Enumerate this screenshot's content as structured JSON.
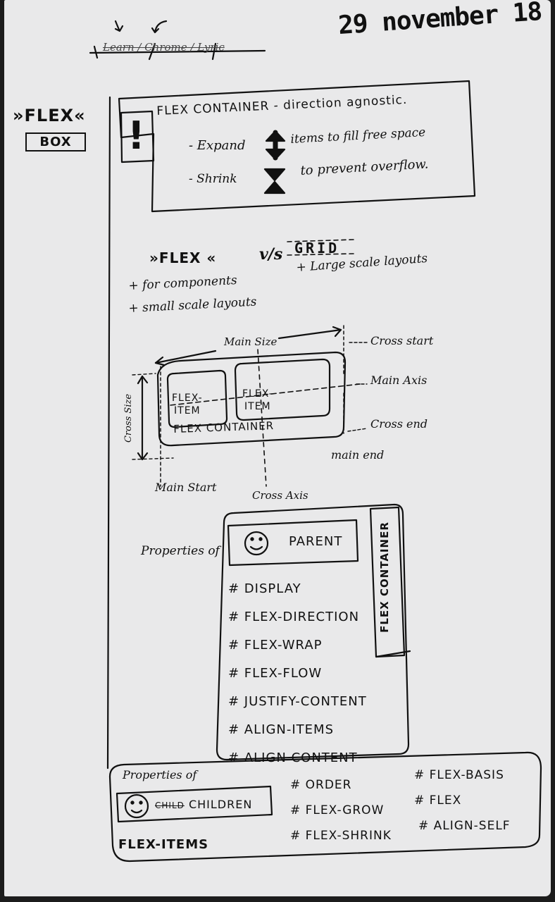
{
  "date": "29 november 18",
  "crossed_out_header": "Learn / Chrome / Lyric",
  "sidebar": {
    "title": "FLEX",
    "box_label": "BOX"
  },
  "note": {
    "alert_symbol": "!",
    "heading": "FLEX CONTAINER - direction agnostic.",
    "expand_label": "- Expand",
    "expand_text": "items to fill free space",
    "shrink_label": "- Shrink",
    "shrink_text": "to prevent overflow."
  },
  "comparison": {
    "flex_label": "FLEX",
    "vs": "v/s",
    "grid_label": "GRID",
    "flex_points": [
      "+ for components",
      "+ small scale layouts"
    ],
    "grid_points": [
      "+ Large scale layouts"
    ]
  },
  "diagram": {
    "main_size": "Main Size",
    "cross_start": "Cross start",
    "main_axis": "Main Axis",
    "cross_end": "Cross end",
    "main_end": "main end",
    "main_start": "Main Start",
    "cross_axis": "Cross Axis",
    "cross_size": "Cross Size",
    "item_1": [
      "FLEX-",
      "ITEM"
    ],
    "item_2": [
      "FLEX-",
      "ITEM"
    ],
    "container_label": "FLEX CONTAINER"
  },
  "parent_props": {
    "intro": "Properties of",
    "label": "PARENT",
    "side_label": "FLEX CONTAINER",
    "items": [
      "# DISPLAY",
      "# FLEX-DIRECTION",
      "# FLEX-WRAP",
      "# FLEX-FLOW",
      "# JUSTIFY-CONTENT",
      "# ALIGN-ITEMS",
      "# ALIGN CONTENT"
    ]
  },
  "child_props": {
    "intro": "Properties of",
    "struck": "CHILD",
    "label": "CHILDREN",
    "footer": "FLEX-ITEMS",
    "col_1": [
      "# ORDER",
      "# FLEX-GROW",
      "# FLEX-SHRINK"
    ],
    "col_2": [
      "# FLEX-BASIS",
      "# FLEX",
      "# ALIGN-SELF"
    ]
  }
}
